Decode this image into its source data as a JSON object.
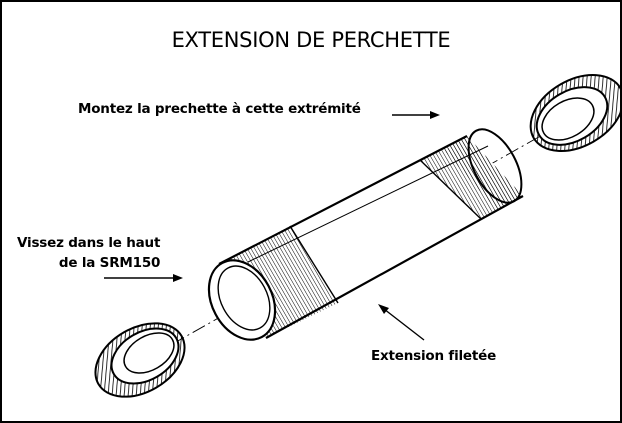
{
  "title": "EXTENSION DE PERCHETTE",
  "labels": {
    "top_end": "Montez la prechette à cette extrémité",
    "screw_line1": "Vissez dans le haut",
    "screw_line2": "de la SRM150",
    "threaded": "Extension filetée"
  }
}
